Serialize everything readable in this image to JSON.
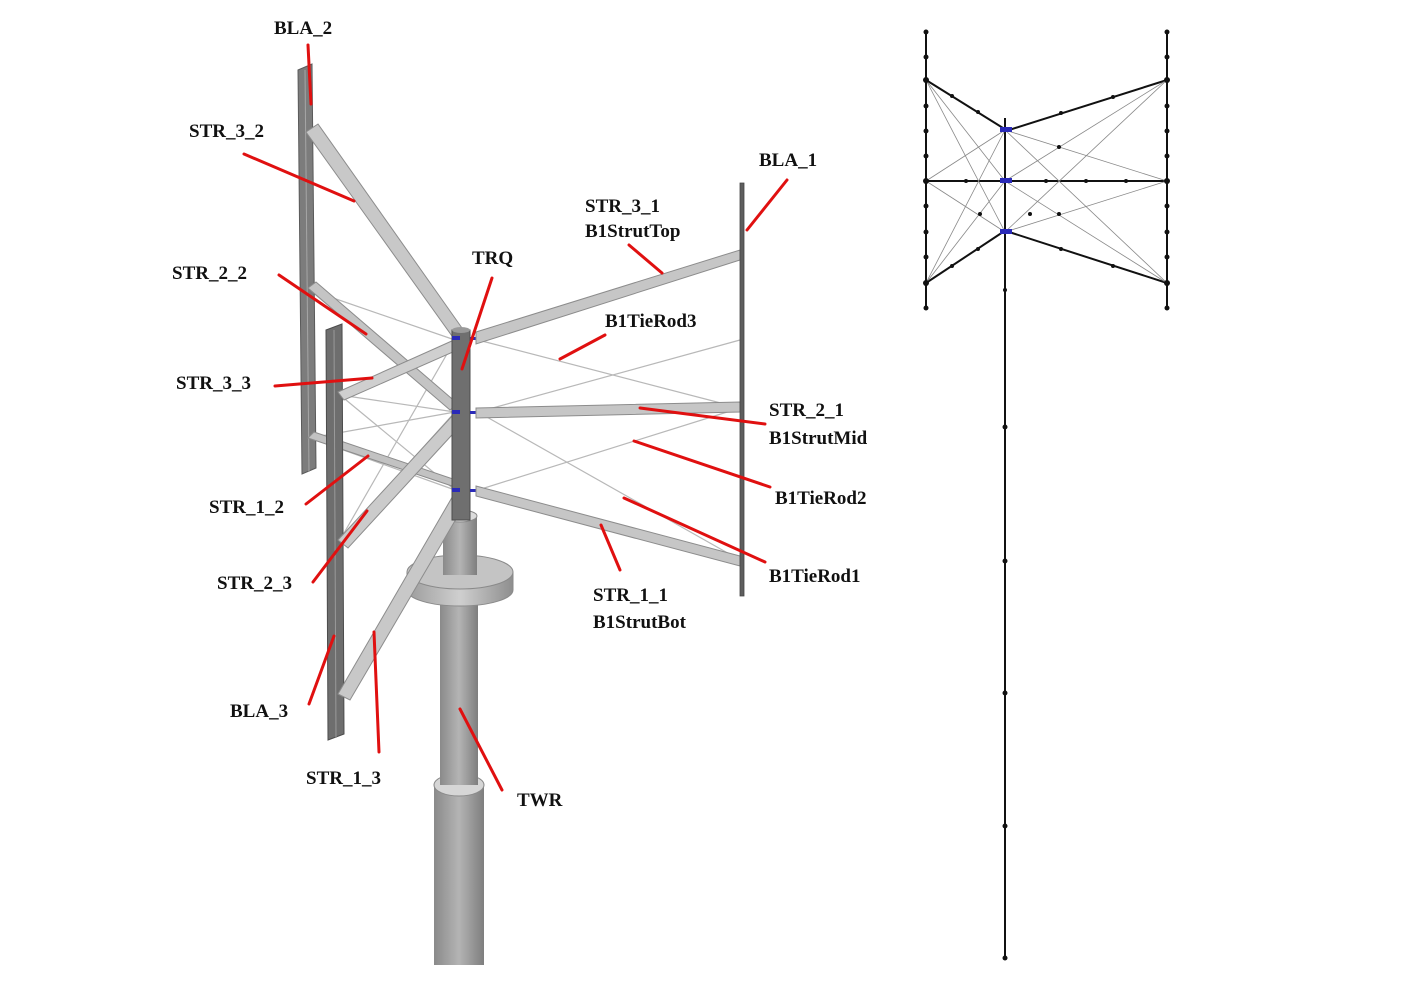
{
  "labels": {
    "bla_2": "BLA_2",
    "str_3_2": "STR_3_2",
    "str_2_2": "STR_2_2",
    "str_3_3": "STR_3_3",
    "str_1_2": "STR_1_2",
    "str_2_3": "STR_2_3",
    "bla_3": "BLA_3",
    "str_1_3": "STR_1_3",
    "trq": "TRQ",
    "twr": "TWR",
    "bla_1": "BLA_1",
    "str_3_1": "STR_3_1",
    "b1struttop": "B1StrutTop",
    "b1tierod3": "B1TieRod3",
    "str_2_1": "STR_2_1",
    "b1strutmid": "B1StrutMid",
    "b1tierod2": "B1TieRod2",
    "b1tierod1": "B1TieRod1",
    "str_1_1": "STR_1_1",
    "b1strutbot": "B1StrutBot"
  },
  "colors": {
    "leader": "#e01010",
    "member": "#9a9a9a",
    "member_light": "#c8c8c8",
    "wire": "#b8b8b8",
    "joint": "#2a2ab8",
    "node": "#111111"
  }
}
